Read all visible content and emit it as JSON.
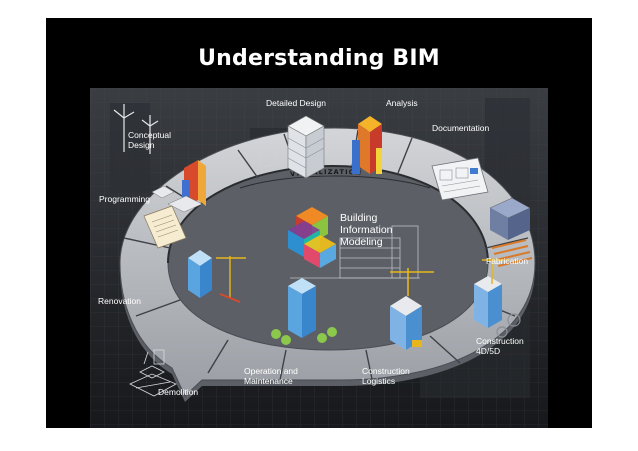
{
  "slide": {
    "title": "Understanding BIM"
  },
  "diagram": {
    "center_label": [
      "Building",
      "Information",
      "Modeling"
    ],
    "ring_label": "VISUALIZATION",
    "stages": [
      {
        "id": "detailed-design",
        "label": [
          "Detailed Design"
        ]
      },
      {
        "id": "analysis",
        "label": [
          "Analysis"
        ]
      },
      {
        "id": "documentation",
        "label": [
          "Documentation"
        ]
      },
      {
        "id": "fabrication",
        "label": [
          "Fabrication"
        ]
      },
      {
        "id": "construction-4d5d",
        "label": [
          "Construction",
          "4D/5D"
        ]
      },
      {
        "id": "construction-logistics",
        "label": [
          "Construction",
          "Logistics"
        ]
      },
      {
        "id": "operation-maintenance",
        "label": [
          "Operation and",
          "Maintenance"
        ]
      },
      {
        "id": "demolition",
        "label": [
          "Demolition"
        ]
      },
      {
        "id": "renovation",
        "label": [
          "Renovation"
        ]
      },
      {
        "id": "programming",
        "label": [
          "Programming"
        ]
      },
      {
        "id": "conceptual-design",
        "label": [
          "Conceptual",
          "Design"
        ]
      }
    ],
    "colors": {
      "ring": "#b9bcc1",
      "ring_dark": "#7d8187",
      "building_blue": "#4a8fd0",
      "building_orange": "#e0782a",
      "tree_green": "#8cc84b",
      "crane_yellow": "#e7b51c"
    }
  }
}
